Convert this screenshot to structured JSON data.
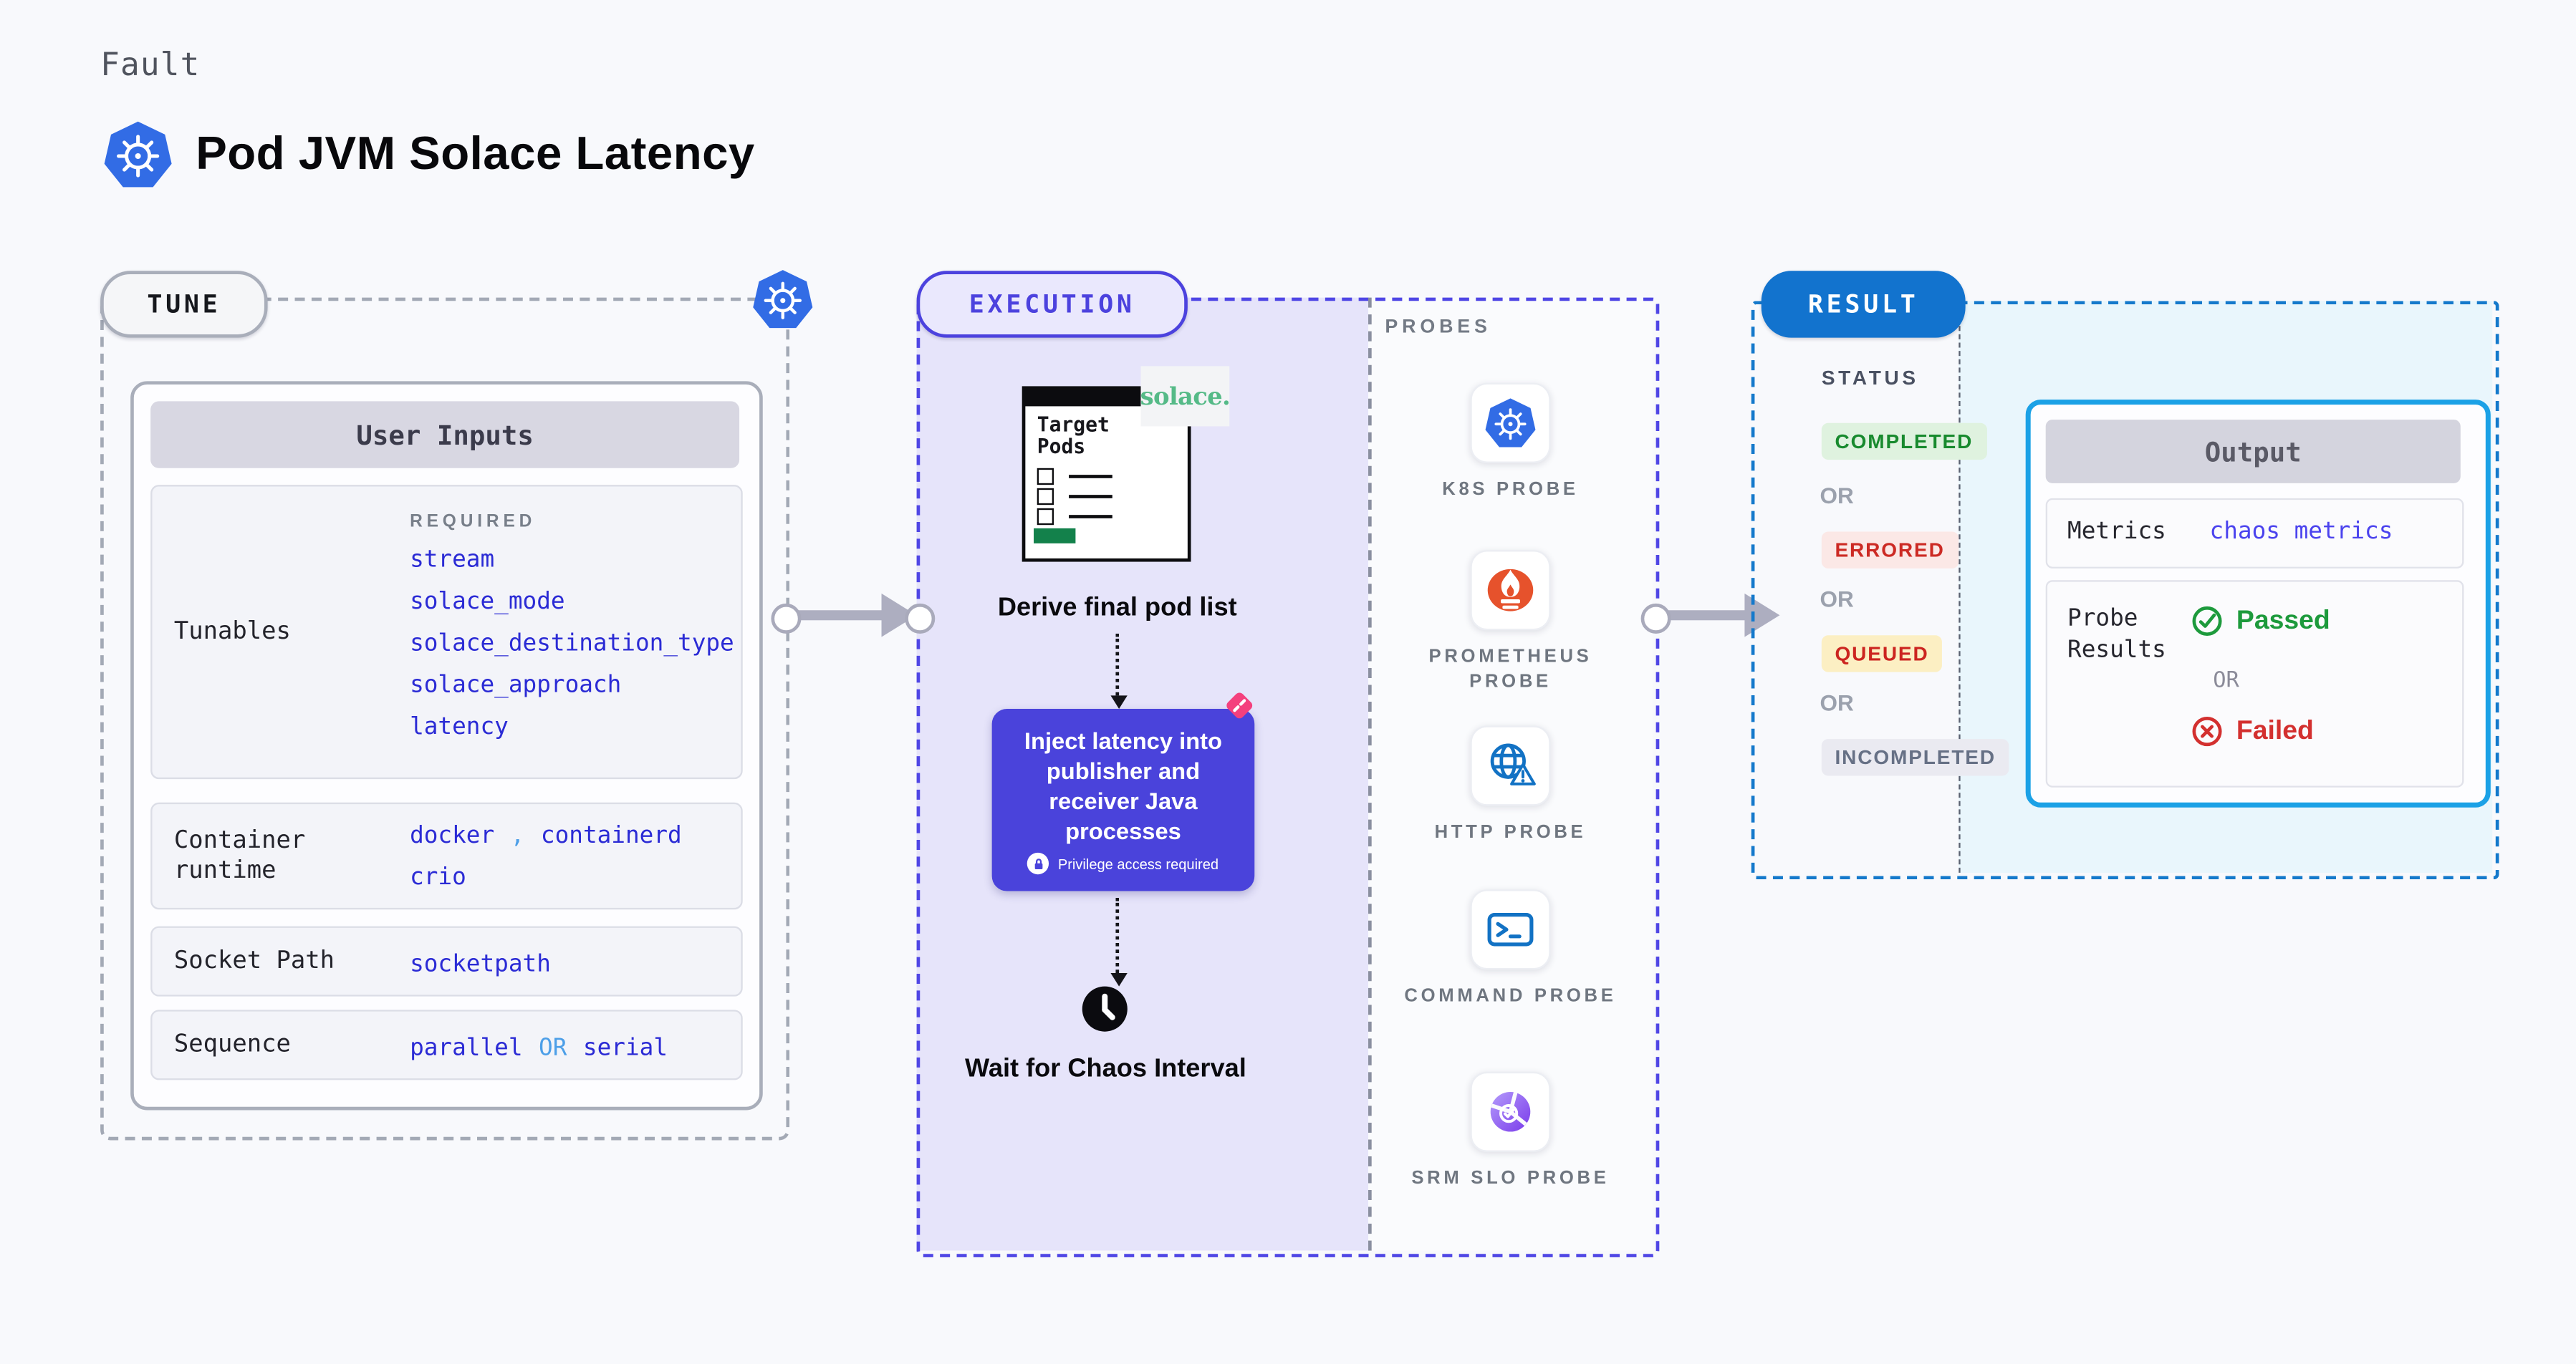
{
  "header": {
    "eyebrow": "Fault",
    "title": "Pod JVM Solace Latency",
    "title_icon": "kubernetes-icon"
  },
  "tune": {
    "badge": "TUNE",
    "corner_icon": "kubernetes-icon",
    "user_inputs": {
      "header": "User Inputs",
      "tunables": {
        "label": "Tunables",
        "required_label": "REQUIRED",
        "values": [
          "stream",
          "solace_mode",
          "solace_destination_type",
          "solace_approach",
          "latency"
        ]
      },
      "container_runtime": {
        "label": "Container runtime",
        "value_1": "docker",
        "separator": ",",
        "value_2": "containerd",
        "value_3": "crio"
      },
      "socket_path": {
        "label": "Socket Path",
        "value": "socketpath"
      },
      "sequence": {
        "label": "Sequence",
        "value_1": "parallel",
        "or": "OR",
        "value_2": "serial"
      }
    }
  },
  "execution": {
    "badge": "EXECUTION",
    "target_pods": {
      "title": "Target Pods",
      "logo": "solace."
    },
    "derive_label": "Derive final pod list",
    "inject": {
      "text": "Inject latency into publisher and receiver Java processes",
      "privilege": "Privilege access required"
    },
    "wait_label": "Wait for Chaos Interval"
  },
  "probes": {
    "label": "PROBES",
    "items": [
      {
        "icon": "kubernetes-icon",
        "label": "K8S PROBE"
      },
      {
        "icon": "prometheus-icon",
        "label": "PROMETHEUS PROBE"
      },
      {
        "icon": "http-globe-icon",
        "label": "HTTP PROBE"
      },
      {
        "icon": "terminal-icon",
        "label": "COMMAND PROBE"
      },
      {
        "icon": "slo-pie-icon",
        "label": "SRM SLO PROBE"
      }
    ]
  },
  "result": {
    "badge": "RESULT",
    "status": {
      "label": "STATUS",
      "or": "OR",
      "items": [
        {
          "label": "COMPLETED",
          "type": "completed"
        },
        {
          "label": "ERRORED",
          "type": "errored"
        },
        {
          "label": "QUEUED",
          "type": "queued"
        },
        {
          "label": "INCOMPLETED",
          "type": "incompleted"
        }
      ]
    },
    "output": {
      "header": "Output",
      "metrics_label": "Metrics",
      "metrics_value": "chaos metrics",
      "probe_results_label": "Probe Results",
      "passed": "Passed",
      "or": "OR",
      "failed": "Failed"
    }
  },
  "colors": {
    "page_bg": "#F8F9FC",
    "execution_accent": "#4C42DE",
    "execution_fill": "#E6E4FA",
    "result_accent": "#1273CE",
    "result_fill": "#E9F6FC",
    "output_border": "#1BA1E6",
    "inject_fill": "#4A43DB",
    "value_blue": "#2B2BD5",
    "value_light_blue": "#4D9FE8",
    "completed_green": "#188A2E",
    "errored_red": "#CC2A24",
    "queued_yellow_bg": "#FCEFC3",
    "incompleted_gray": "#667085",
    "passed_green": "#1D9A3C",
    "failed_red": "#D3302F",
    "kubernetes_blue": "#326CE5",
    "prometheus_orange": "#E6522C",
    "solace_green": "#55BA87",
    "chaos_pink": "#F4407D",
    "arrow_gray": "#ADAEC0"
  }
}
